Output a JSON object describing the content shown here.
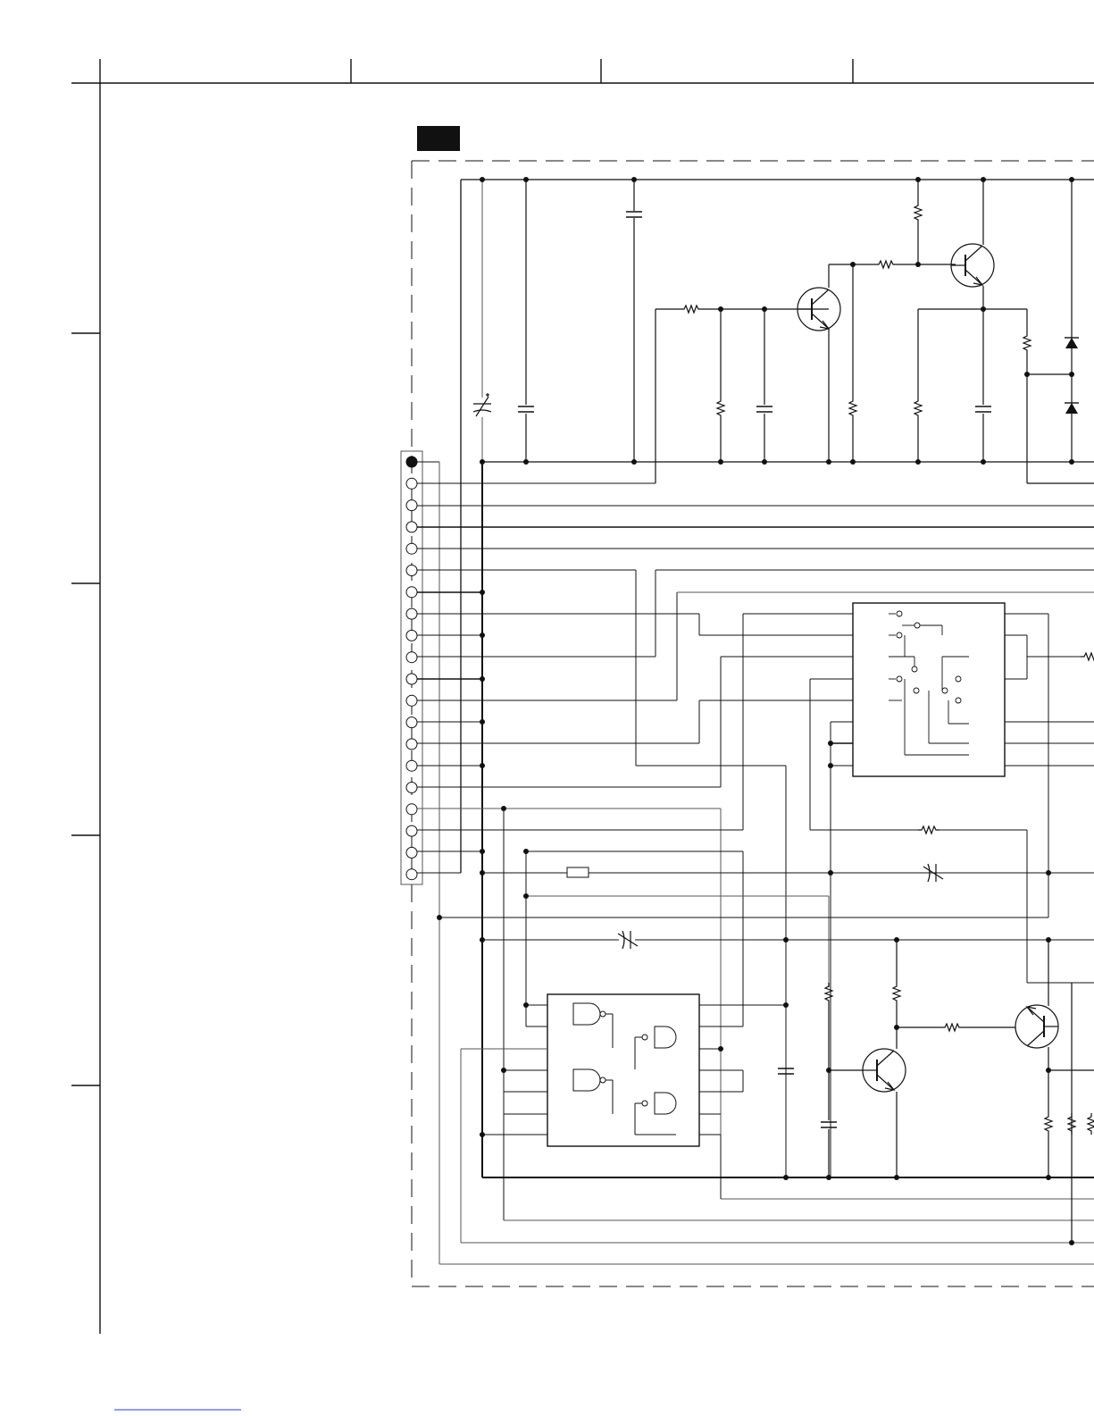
{
  "page": {
    "background": "#ffffff",
    "ink_color": "#111111",
    "thin_wire_color": "#555555",
    "board_label_fill": "#111111",
    "footer_rule_color": "#1a3aff"
  },
  "schematic": {
    "board_label": "",
    "connector_pin_count": 20,
    "ic_blocks": [
      {
        "name": "switch-ic",
        "kind": "analog-switch"
      },
      {
        "name": "nand-gate-ic",
        "kind": "quad-2-input-nand"
      }
    ],
    "transistor_count": 4,
    "diode_count": 2,
    "electrolytic_capacitor_count": 3
  }
}
